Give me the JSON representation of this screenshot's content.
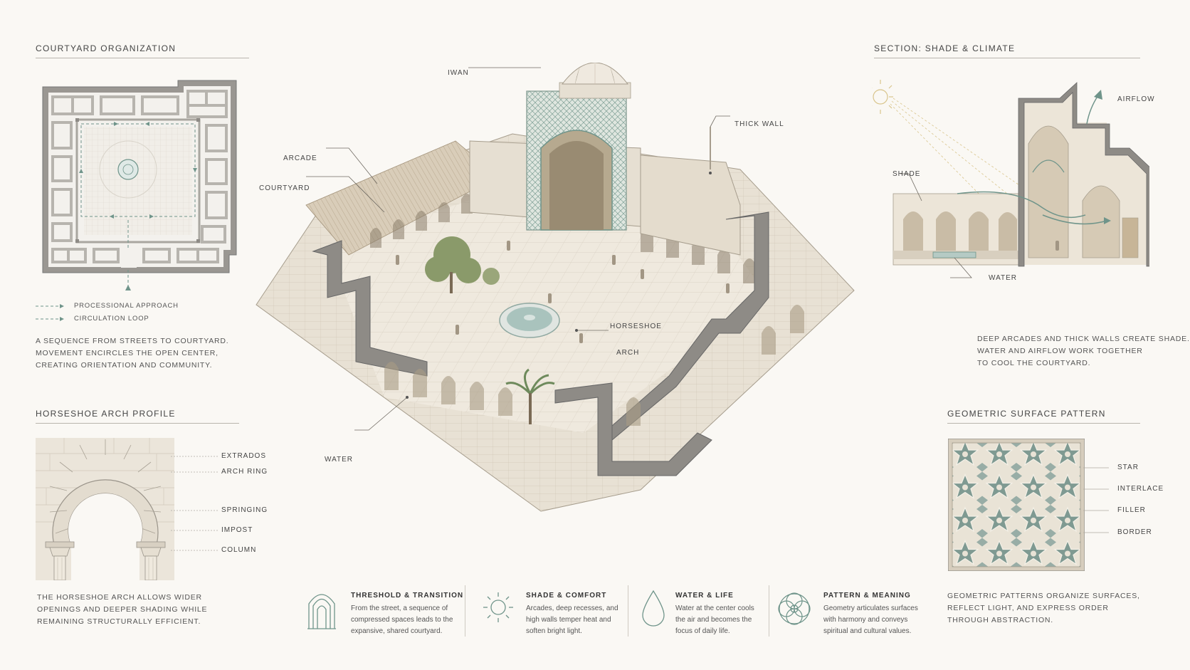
{
  "courtyard_plan": {
    "heading": "COURTYARD ORGANIZATION",
    "legend": [
      {
        "label": "PROCESSIONAL APPROACH"
      },
      {
        "label": "CIRCULATION LOOP"
      }
    ],
    "caption": [
      "A SEQUENCE FROM STREETS TO COURTYARD.",
      "MOVEMENT ENCIRCLES THE OPEN CENTER,",
      "CREATING ORIENTATION AND COMMUNITY."
    ]
  },
  "arch_profile": {
    "heading": "HORSESHOE ARCH PROFILE",
    "labels": [
      "EXTRADOS",
      "ARCH RING",
      "SPRINGING",
      "IMPOST",
      "COLUMN"
    ],
    "caption": [
      "THE HORSESHOE ARCH ALLOWS WIDER",
      "OPENINGS AND DEEPER SHADING WHILE",
      "REMAINING STRUCTURALLY EFFICIENT."
    ]
  },
  "axonometric": {
    "labels": {
      "iwan": "IWAN",
      "thick_wall": "THICK WALL",
      "arcade": "ARCADE",
      "courtyard": "COURTYARD",
      "horseshoe": "HORSESHOE",
      "arch": "ARCH",
      "water": "WATER"
    }
  },
  "section": {
    "heading": "SECTION: SHADE & CLIMATE",
    "labels": {
      "airflow": "AIRFLOW",
      "shade": "SHADE",
      "water": "WATER"
    },
    "caption": [
      "DEEP ARCADES AND THICK WALLS CREATE SHADE.",
      "WATER AND AIRFLOW WORK TOGETHER",
      "TO COOL THE COURTYARD."
    ]
  },
  "pattern": {
    "heading": "GEOMETRIC SURFACE PATTERN",
    "labels": [
      "STAR",
      "INTERLACE",
      "FILLER",
      "BORDER"
    ],
    "caption": [
      "GEOMETRIC PATTERNS ORGANIZE SURFACES,",
      "REFLECT LIGHT, AND EXPRESS ORDER",
      "THROUGH ABSTRACTION."
    ]
  },
  "features": [
    {
      "title": "THRESHOLD & TRANSITION",
      "icon": "arch-door-icon",
      "body": [
        "From the street, a sequence of",
        "compressed spaces leads to the",
        "expansive, shared courtyard."
      ]
    },
    {
      "title": "SHADE & COMFORT",
      "icon": "sun-icon",
      "body": [
        "Arcades, deep recesses, and",
        "high walls temper heat and",
        "soften bright light."
      ]
    },
    {
      "title": "WATER & LIFE",
      "icon": "water-drop-icon",
      "body": [
        "Water at the center cools",
        "the air and becomes the",
        "focus of daily life."
      ]
    },
    {
      "title": "PATTERN & MEANING",
      "icon": "geometric-rosette-icon",
      "body": [
        "Geometry articulates surfaces",
        "with harmony and conveys",
        "spiritual and cultural values."
      ]
    }
  ],
  "colors": {
    "accent": "#6f948a",
    "wall": "#8e8b86",
    "stone": "#e8e0d2",
    "ink": "#444444"
  }
}
